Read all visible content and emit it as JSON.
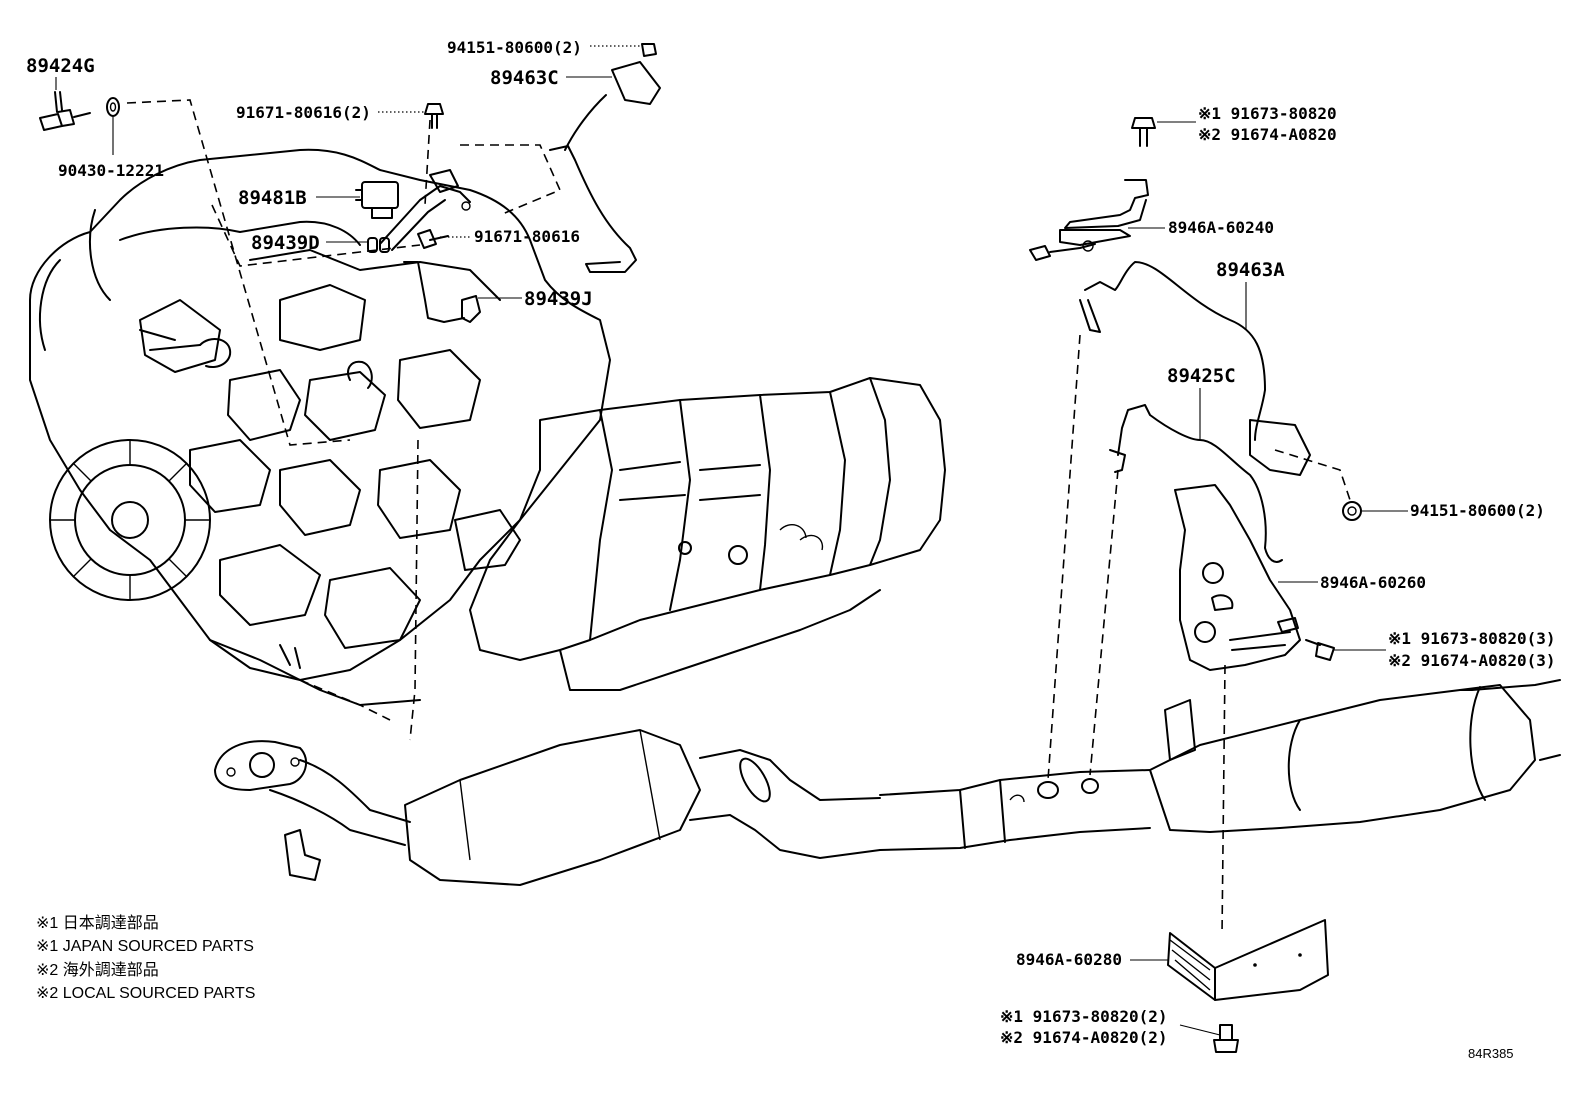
{
  "callouts": {
    "c89424G": "89424G",
    "c90430": "90430-12221",
    "c94151_top": "94151-80600(2)",
    "c89463C": "89463C",
    "c91671_top": "91671-80616(2)",
    "c89481B": "89481B",
    "c89439D": "89439D",
    "c91671_mid": "91671-80616",
    "c89439J": "89439J",
    "c91673_top": "※1 91673-80820",
    "c91674_top": "※2 91674-A0820",
    "c8946A_60240": "8946A-60240",
    "c89463A": "89463A",
    "c89425C": "89425C",
    "c94151_right": "94151-80600(2)",
    "c8946A_60260": "8946A-60260",
    "c91673_mid": "※1 91673-80820(3)",
    "c91674_mid": "※2 91674-A0820(3)",
    "c8946A_60280": "8946A-60280",
    "c91673_bot": "※1 91673-80820(2)",
    "c91674_bot": "※2 91674-A0820(2)"
  },
  "legend": [
    "※1 日本調達部品",
    "※1 JAPAN SOURCED PARTS",
    "※2 海外調達部品",
    "※2 LOCAL SOURCED PARTS"
  ],
  "diagram_code": "84R385"
}
